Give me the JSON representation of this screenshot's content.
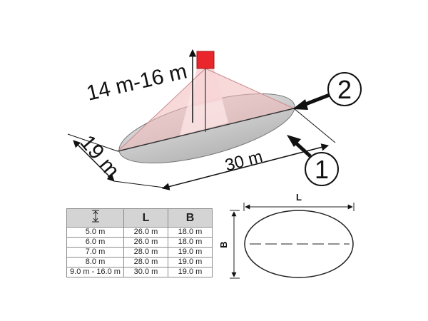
{
  "diagram": {
    "height_label": "14 m-16 m",
    "width_label": "19 m",
    "length_label": "30 m",
    "callouts": [
      "1",
      "2"
    ]
  },
  "ellipse_legend": {
    "length": "L",
    "width": "B"
  },
  "table": {
    "headers": [
      "",
      "L",
      "B"
    ],
    "rows": [
      [
        "5.0 m",
        "26.0 m",
        "18.0 m"
      ],
      [
        "6.0 m",
        "26.0 m",
        "18.0 m"
      ],
      [
        "7.0 m",
        "28.0 m",
        "19.0 m"
      ],
      [
        "8.0 m",
        "28.0 m",
        "19.0 m"
      ],
      [
        "9.0 m - 16.0 m",
        "30.0 m",
        "19.0 m"
      ]
    ]
  },
  "colors": {
    "sensor": "#e8262b",
    "beam": "#f3b9bb",
    "floor_area": "#c9c9c9"
  }
}
